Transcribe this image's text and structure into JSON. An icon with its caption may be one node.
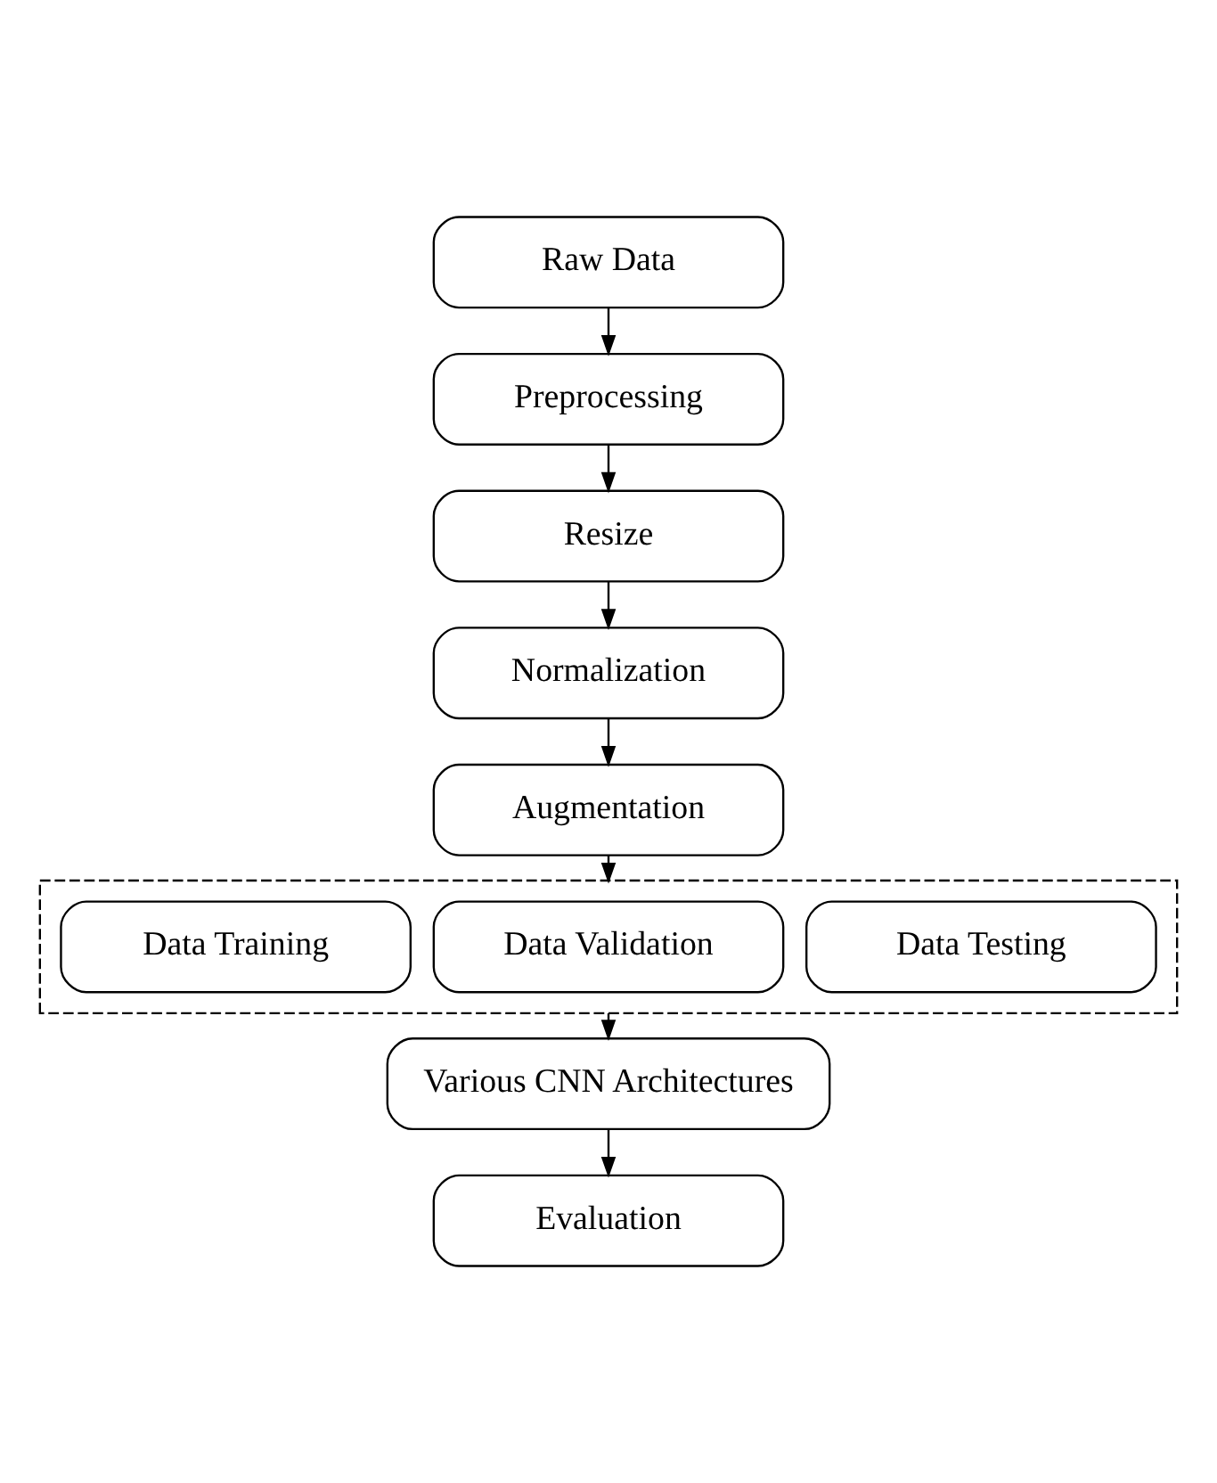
{
  "diagram": {
    "nodes": [
      {
        "text": [
          "Raw Data"
        ]
      },
      {
        "text": [
          "Preprocessing"
        ]
      },
      {
        "text": [
          "Resize"
        ]
      },
      {
        "text": [
          "Normalization"
        ]
      },
      {
        "text": [
          "Augmentation"
        ]
      },
      {
        "text": [],
        "shape": "box"
      },
      {
        "text": [
          "Data Training"
        ],
        "in": 5
      },
      {
        "text": [
          "Data Validation"
        ],
        "in": 5
      },
      {
        "text": [
          "Data Testing"
        ],
        "in": 5
      },
      {
        "text": [
          "Various CNN Architectures"
        ]
      },
      {
        "text": [
          "Evaluation"
        ]
      }
    ],
    "edges": [
      {
        "from": 0,
        "to": 1,
        "arrow": "to"
      },
      {
        "from": 1,
        "to": 2,
        "arrow": "to"
      },
      {
        "from": 2,
        "to": 3,
        "arrow": "to"
      },
      {
        "from": 3,
        "to": 4,
        "arrow": "to"
      },
      {
        "from": 4,
        "to": 5,
        "arrow": "to"
      },
      {
        "from": 5,
        "to": 9,
        "arrow": "to"
      },
      {
        "from": 9,
        "to": 10,
        "arrow": "to"
      }
    ]
  }
}
